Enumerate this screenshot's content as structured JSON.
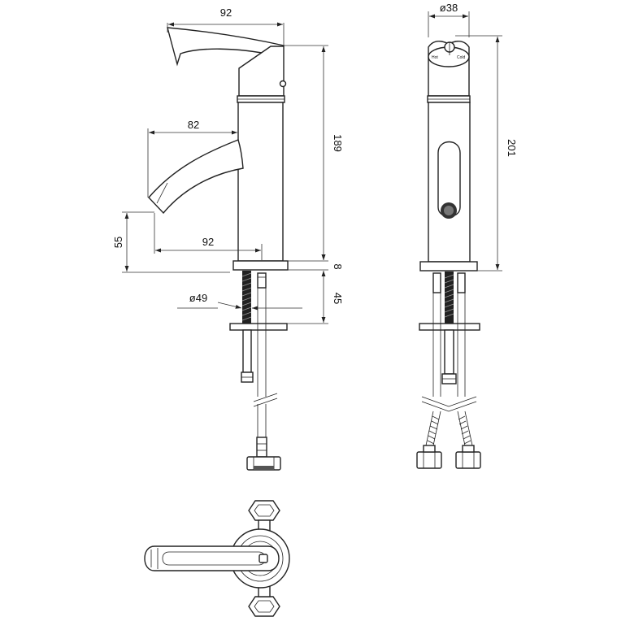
{
  "dimensions": {
    "handle_width": "92",
    "spout_reach": "82",
    "spout_height": "55",
    "base_reach": "92",
    "diameter_base": "ø49",
    "plate_thickness": "8",
    "thread_length": "45",
    "body_height": "189",
    "diameter_top": "ø38",
    "total_height": "201"
  },
  "labels": {
    "hot": "Hot",
    "cold": "Cold"
  }
}
